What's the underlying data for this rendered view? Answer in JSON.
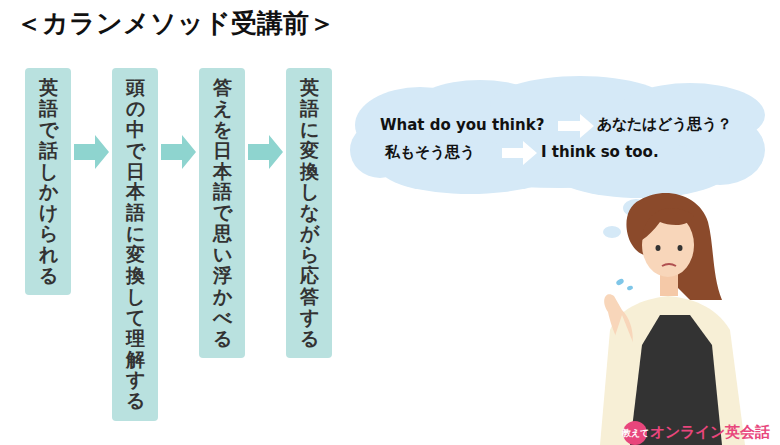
{
  "diagram": {
    "title": "＜カランメソッド受講前＞",
    "nodes": [
      {
        "text": [
          "英語で話しかけられる"
        ]
      },
      {
        "text": [
          "頭の中で日本語に変換して理解する"
        ]
      },
      {
        "text": [
          "答えを日本語で思い浮かべる"
        ]
      },
      {
        "text": [
          "英語に変換しながら応答する"
        ]
      },
      {
        "text": [
          "What do you think?",
          "あなたはどう思う？",
          "私もそう思う",
          "I think so too."
        ]
      }
    ],
    "edges": [
      {
        "from": 0,
        "to": 1,
        "arrow": "to"
      },
      {
        "from": 1,
        "to": 2,
        "arrow": "to"
      },
      {
        "from": 2,
        "to": 3,
        "arrow": "to"
      }
    ],
    "labels": [
      "教えて",
      "オンライン英会話"
    ]
  }
}
